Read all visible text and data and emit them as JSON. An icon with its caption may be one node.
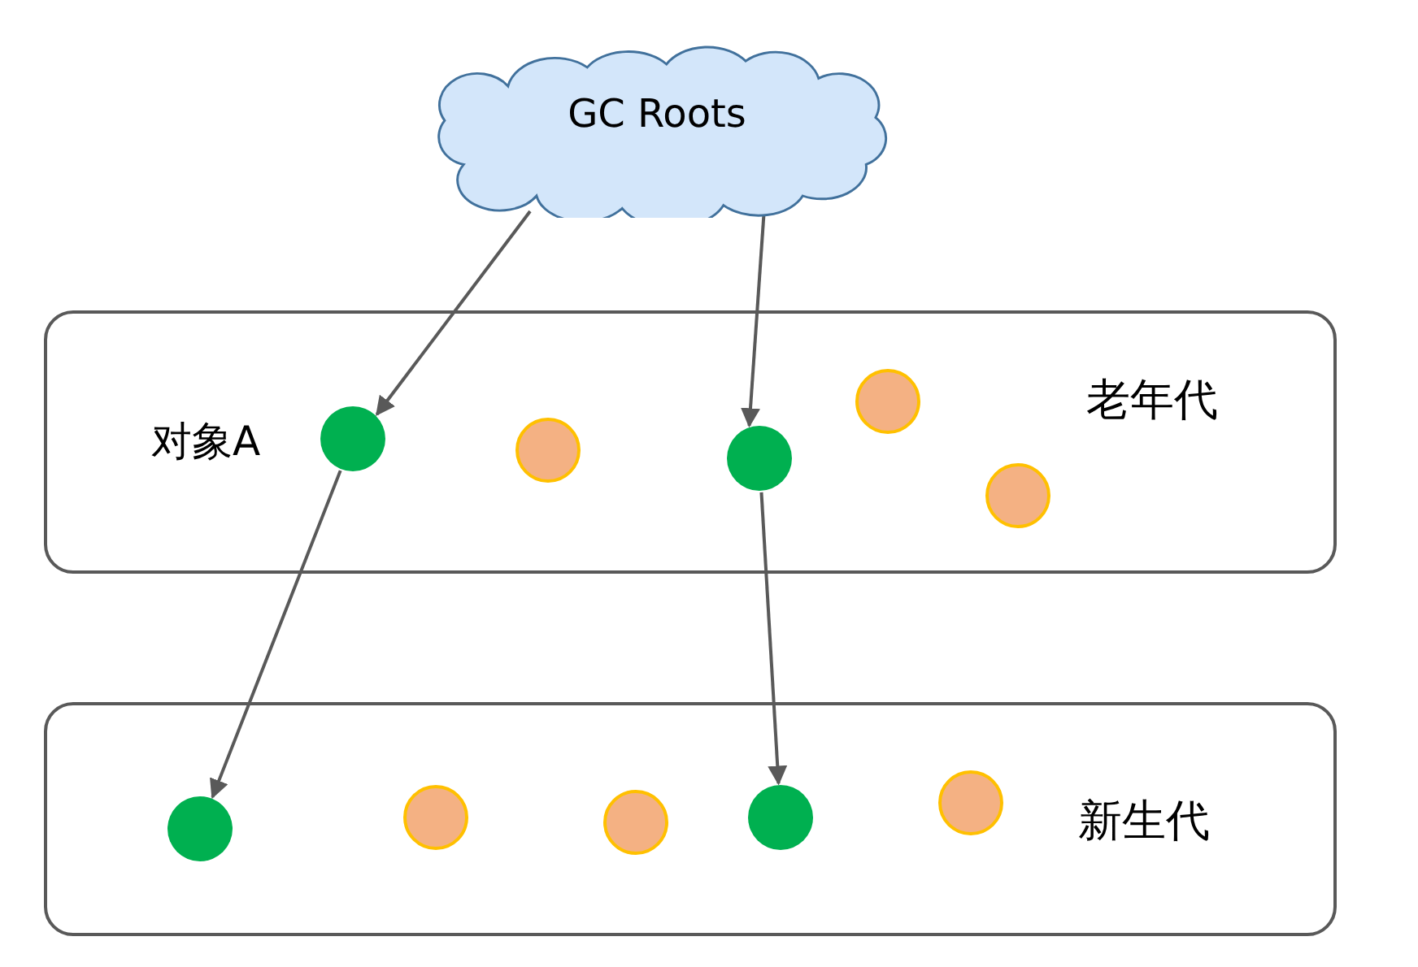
{
  "diagram": {
    "nodes": [
      {
        "text": [
          "GC Roots"
        ]
      },
      {
        "text": [
          "老年代"
        ]
      },
      {
        "text": [],
        "shape": "circle",
        "in": 1,
        "beside": [
          "对象A"
        ]
      },
      {
        "text": [],
        "shape": "circle",
        "in": 1
      },
      {
        "text": [],
        "shape": "circle",
        "in": 1
      },
      {
        "text": [],
        "shape": "circle",
        "in": 1
      },
      {
        "text": [],
        "shape": "circle",
        "in": 1
      },
      {
        "text": [
          "新生代"
        ]
      },
      {
        "text": [],
        "shape": "circle",
        "in": 7
      },
      {
        "text": [],
        "shape": "circle",
        "in": 7
      },
      {
        "text": [],
        "shape": "circle",
        "in": 7
      },
      {
        "text": [],
        "shape": "circle",
        "in": 7
      },
      {
        "text": [],
        "shape": "circle",
        "in": 7
      }
    ],
    "edges": [
      {
        "from": 0,
        "to": 2,
        "arrow": "to"
      },
      {
        "from": 0,
        "to": 4,
        "arrow": "to"
      },
      {
        "from": 2,
        "to": 8,
        "arrow": "to"
      },
      {
        "from": 4,
        "to": 11,
        "arrow": "to"
      }
    ]
  }
}
